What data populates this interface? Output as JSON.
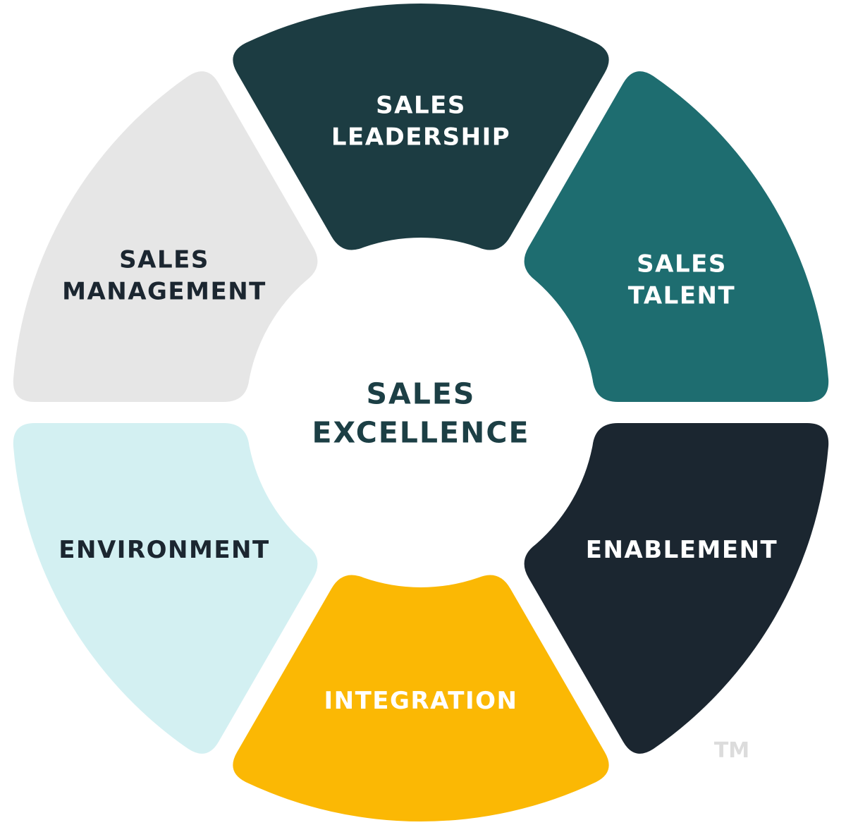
{
  "diagram": {
    "center": {
      "lines": [
        "SALES",
        "EXCELLENCE"
      ],
      "color": "#1c3f45"
    },
    "segments": [
      {
        "id": "sales-leadership",
        "lines": [
          "SALES",
          "LEADERSHIP"
        ],
        "fill": "#1c3c42",
        "text_color": "#ffffff"
      },
      {
        "id": "sales-talent",
        "lines": [
          "SALES",
          "TALENT"
        ],
        "fill": "#1e6d70",
        "text_color": "#ffffff"
      },
      {
        "id": "enablement",
        "lines": [
          "ENABLEMENT"
        ],
        "fill": "#1b2630",
        "text_color": "#ffffff"
      },
      {
        "id": "integration",
        "lines": [
          "INTEGRATION"
        ],
        "fill": "#fbb804",
        "text_color": "#ffffff"
      },
      {
        "id": "environment",
        "lines": [
          "ENVIRONMENT"
        ],
        "fill": "#d3f0f2",
        "text_color": "#1b2630"
      },
      {
        "id": "sales-management",
        "lines": [
          "SALES",
          "MANAGEMENT"
        ],
        "fill": "#e6e6e6",
        "text_color": "#1b2630"
      }
    ],
    "trademark": {
      "text": "TM",
      "color": "#dcdcdc"
    }
  }
}
